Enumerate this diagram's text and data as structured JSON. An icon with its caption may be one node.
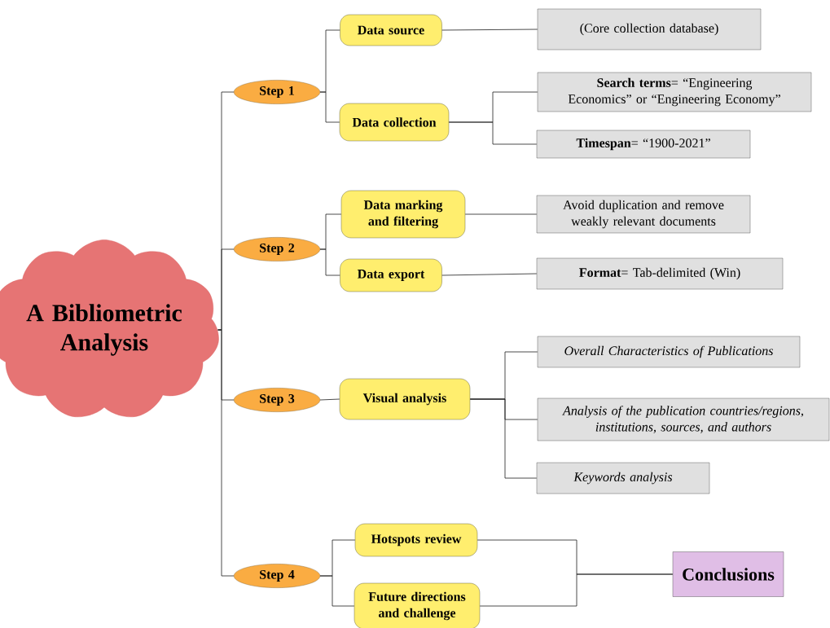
{
  "diagram": {
    "nodes": [
      {
        "text": [
          "A Bibliometric Analysis"
        ]
      },
      {
        "text": [
          "Step 1"
        ]
      },
      {
        "text": [
          "Data source"
        ]
      },
      {
        "text": [
          "Data collection"
        ]
      },
      {
        "text": [
          "(Core collection database)"
        ]
      },
      {
        "text": [
          "**Search terms**= “Engineering Economics” or “Engineering Economy”"
        ]
      },
      {
        "text": [
          "**Timespan**= “1900-2021”"
        ]
      },
      {
        "text": [
          "Step 2"
        ]
      },
      {
        "text": [
          "Data marking and filtering"
        ]
      },
      {
        "text": [
          "Data export"
        ]
      },
      {
        "text": [
          "Avoid duplication and remove weakly relevant documents"
        ]
      },
      {
        "text": [
          "**Format**= Tab-delimited (Win)"
        ]
      },
      {
        "text": [
          "Step 3"
        ]
      },
      {
        "text": [
          "Visual analysis"
        ]
      },
      {
        "text": [
          "Overall Characteristics of Publications"
        ]
      },
      {
        "text": [
          "Analysis of the publication countries/regions, institutions, sources, and authors"
        ]
      },
      {
        "text": [
          "Keywords analysis"
        ]
      },
      {
        "text": [
          "Step 4"
        ]
      },
      {
        "text": [
          "Hotspots review"
        ]
      },
      {
        "text": [
          "Future directions and challenge"
        ]
      },
      {
        "text": [
          "Conclusions"
        ]
      }
    ],
    "edges": [
      {
        "from": 0,
        "to": 1,
        "arrow": "none"
      },
      {
        "from": 0,
        "to": 7,
        "arrow": "none"
      },
      {
        "from": 0,
        "to": 12,
        "arrow": "none"
      },
      {
        "from": 0,
        "to": 17,
        "arrow": "none"
      },
      {
        "from": 1,
        "to": 2,
        "arrow": "none"
      },
      {
        "from": 1,
        "to": 3,
        "arrow": "none"
      },
      {
        "from": 2,
        "to": 4,
        "arrow": "none"
      },
      {
        "from": 3,
        "to": 5,
        "arrow": "none"
      },
      {
        "from": 3,
        "to": 6,
        "arrow": "none"
      },
      {
        "from": 7,
        "to": 8,
        "arrow": "none"
      },
      {
        "from": 7,
        "to": 9,
        "arrow": "none"
      },
      {
        "from": 8,
        "to": 10,
        "arrow": "none"
      },
      {
        "from": 9,
        "to": 11,
        "arrow": "none"
      },
      {
        "from": 12,
        "to": 13,
        "arrow": "none"
      },
      {
        "from": 13,
        "to": 14,
        "arrow": "none"
      },
      {
        "from": 13,
        "to": 15,
        "arrow": "none"
      },
      {
        "from": 13,
        "to": 16,
        "arrow": "none"
      },
      {
        "from": 17,
        "to": 18,
        "arrow": "none"
      },
      {
        "from": 17,
        "to": 19,
        "arrow": "none"
      },
      {
        "from": 18,
        "to": 20,
        "arrow": "none"
      },
      {
        "from": 19,
        "to": 20,
        "arrow": "none"
      }
    ]
  }
}
